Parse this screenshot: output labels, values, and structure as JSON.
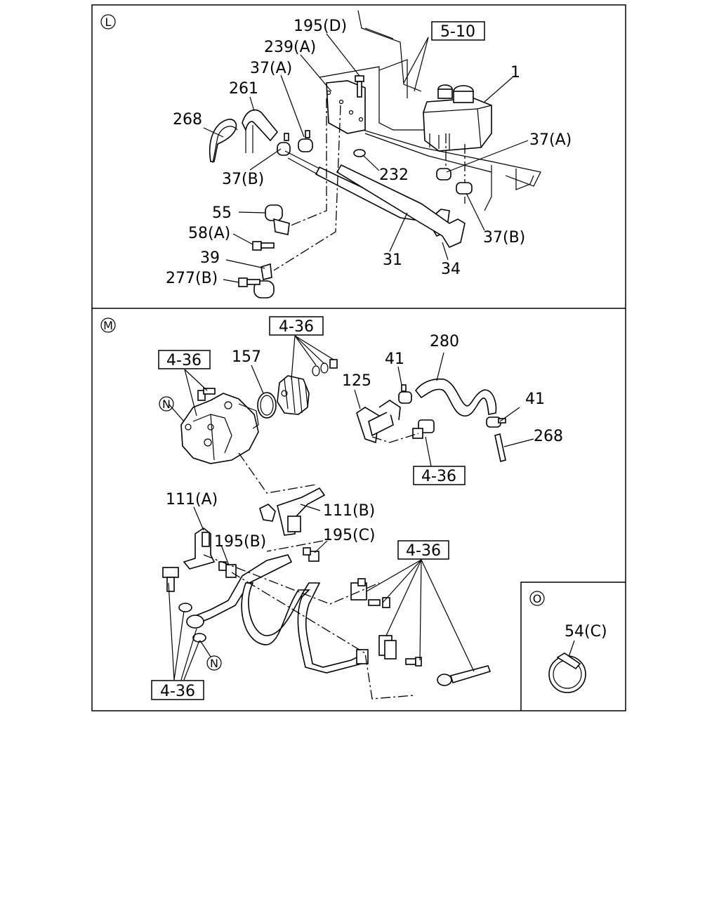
{
  "sections": {
    "L": {
      "marker": "L"
    },
    "M": {
      "marker": "M"
    },
    "O": {
      "marker": "O"
    }
  },
  "ref_boxes": {
    "l_5_10": "5-10",
    "m_4_36_top": "4-36",
    "m_4_36_left": "4-36",
    "m_4_36_mid": "4-36",
    "m_4_36_right": "4-36",
    "m_4_36_bottom": "4-36"
  },
  "labels": {
    "l_195d": "195(D)",
    "l_239a": "239(A)",
    "l_37a_top": "37(A)",
    "l_261": "261",
    "l_268": "268",
    "l_1": "1",
    "l_37a_right": "37(A)",
    "l_232": "232",
    "l_37b_left": "37(B)",
    "l_37b_right": "37(B)",
    "l_55": "55",
    "l_58a": "58(A)",
    "l_39": "39",
    "l_277b": "277(B)",
    "l_31": "31",
    "l_34": "34",
    "m_157": "157",
    "m_n_top": "N",
    "m_125": "125",
    "m_41_top": "41",
    "m_280": "280",
    "m_41_right": "41",
    "m_268": "268",
    "m_111a": "111(A)",
    "m_111b": "111(B)",
    "m_195b": "195(B)",
    "m_195c": "195(C)",
    "m_n_bottom": "N",
    "o_54c": "54(C)"
  }
}
